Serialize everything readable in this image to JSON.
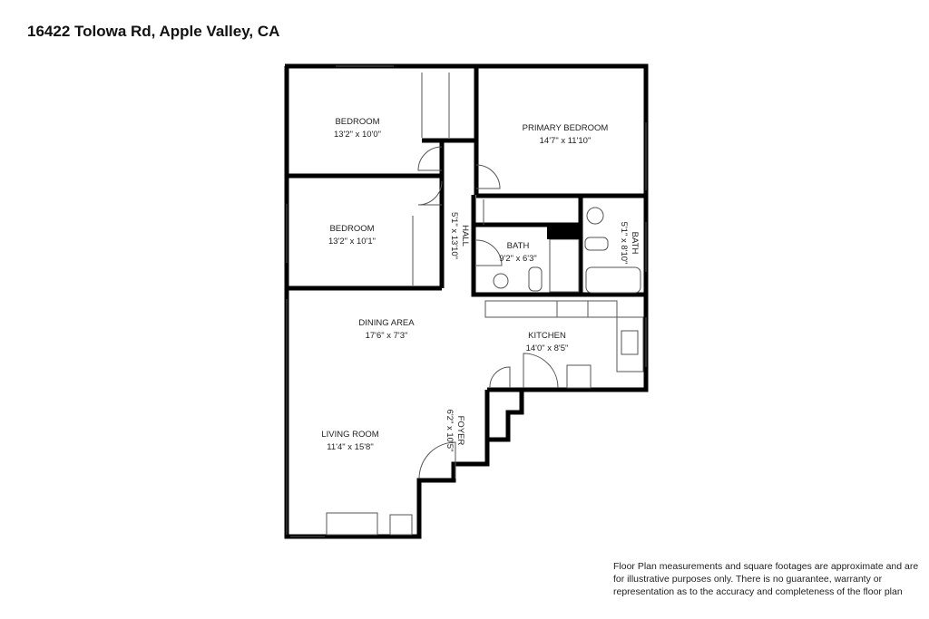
{
  "title": "16422 Tolowa Rd, Apple Valley, CA",
  "rooms": [
    {
      "name": "BEDROOM",
      "size": "13'2\" x 10'0\""
    },
    {
      "name": "PRIMARY BEDROOM",
      "size": "14'7\" x 11'10\""
    },
    {
      "name": "BEDROOM",
      "size": "13'2\" x 10'1\""
    },
    {
      "name": "HALL",
      "size": "5'1\" x 13'10\""
    },
    {
      "name": "BATH",
      "size": "9'2\" x 6'3\""
    },
    {
      "name": "BATH",
      "size": "5'1\" x 8'10\""
    },
    {
      "name": "DINING AREA",
      "size": "17'6\" x 7'3\""
    },
    {
      "name": "KITCHEN",
      "size": "14'0\" x 8'5\""
    },
    {
      "name": "FOYER",
      "size": "6'2\" x 10'5\""
    },
    {
      "name": "LIVING ROOM",
      "size": "11'4\" x 15'8\""
    }
  ],
  "disclaimer": "Floor Plan measurements and square footages are approximate and are for illustrative purposes only. There is no guarantee, warranty or representation as to the accuracy and completeness of the floor plan"
}
